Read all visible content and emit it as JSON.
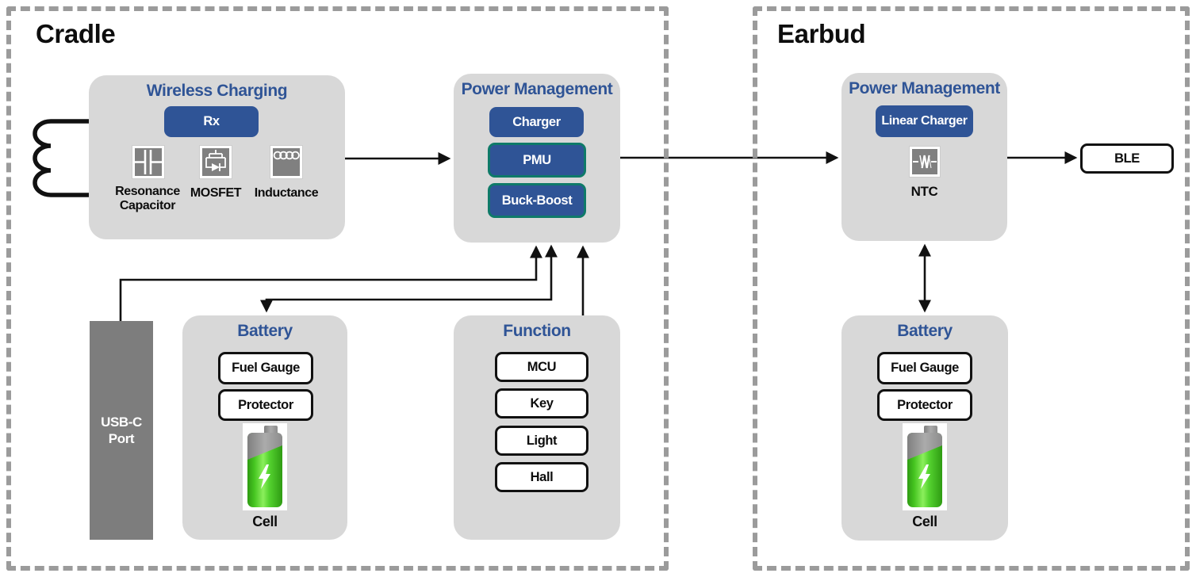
{
  "colors": {
    "accent_blue": "#2f5496",
    "teal_border": "#0f7a69",
    "panel_gray": "#d8d8d8",
    "port_gray": "#7d7d7d",
    "icon_gray": "#808080",
    "dash_gray": "#9b9b9b",
    "battery_green": "#4fc629",
    "line_black": "#111111"
  },
  "cradle": {
    "title": "Cradle",
    "wireless_charging": {
      "title": "Wireless Charging",
      "rx_chip": "Rx",
      "components": [
        {
          "icon": "capacitor-icon",
          "label": "Resonance Capacitor"
        },
        {
          "icon": "mosfet-icon",
          "label": "MOSFET"
        },
        {
          "icon": "inductor-icon",
          "label": "Inductance"
        }
      ]
    },
    "power_management": {
      "title": "Power Management",
      "chips": [
        "Charger",
        "PMU",
        "Buck-Boost"
      ]
    },
    "usb_port": {
      "label": "USB-C Port"
    },
    "battery": {
      "title": "Battery",
      "chips": [
        "Fuel Gauge",
        "Protector"
      ],
      "cell_label": "Cell"
    },
    "function": {
      "title": "Function",
      "chips": [
        "MCU",
        "Key",
        "Light",
        "Hall"
      ]
    }
  },
  "earbud": {
    "title": "Earbud",
    "power_management": {
      "title": "Power Management",
      "chip": "Linear Charger",
      "sensor": {
        "icon": "ntc-thermistor-icon",
        "label": "NTC"
      }
    },
    "battery": {
      "title": "Battery",
      "chips": [
        "Fuel Gauge",
        "Protector"
      ],
      "cell_label": "Cell"
    },
    "ble": {
      "label": "BLE"
    }
  }
}
